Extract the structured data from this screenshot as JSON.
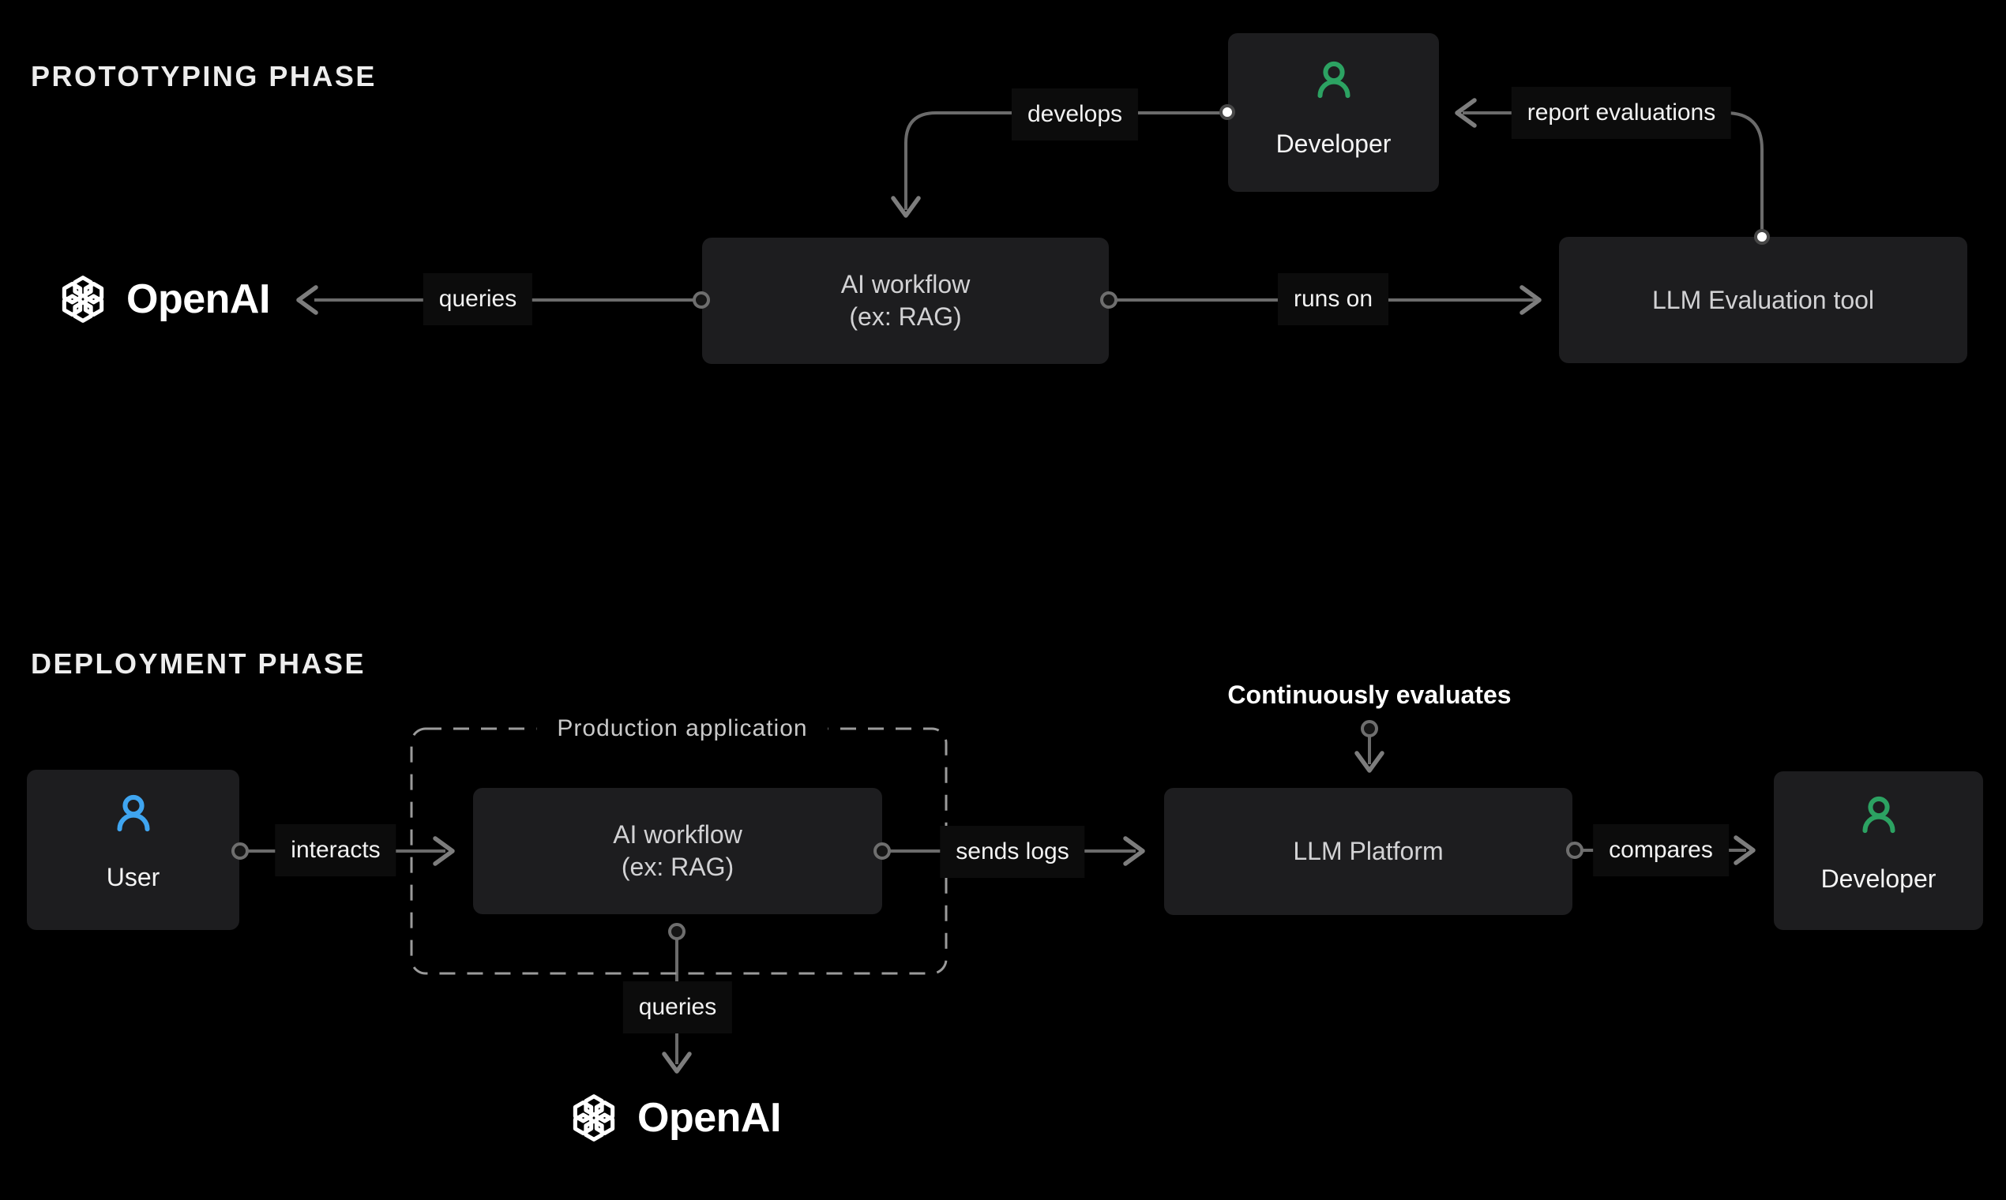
{
  "colors": {
    "background": "#000000",
    "node_background": "#1d1d1f",
    "connector_line": "#6b6b6b",
    "dashed_border": "#9b9b9b",
    "developer_icon_green": "#2ca262",
    "user_icon_blue": "#3fa5f0",
    "edge_label_text": "#f2f2f2",
    "node_text": "#d2d2d4",
    "logo_white": "#ffffff"
  },
  "prototyping": {
    "title": "PROTOTYPING PHASE",
    "nodes": {
      "developer": {
        "label": "Developer"
      },
      "openai": {
        "wordmark": "OpenAI"
      },
      "ai_workflow": {
        "title": "AI workflow",
        "subtitle": "(ex: RAG)"
      },
      "llm_evaluation_tool": {
        "label": "LLM Evaluation tool"
      }
    },
    "edges": {
      "develops": "develops",
      "report_evaluations": "report evaluations",
      "queries": "queries",
      "runs_on": "runs on"
    }
  },
  "deployment": {
    "title": "DEPLOYMENT PHASE",
    "annotation": "Continuously evaluates",
    "production_application": "Production application",
    "nodes": {
      "user": {
        "label": "User"
      },
      "ai_workflow": {
        "title": "AI workflow",
        "subtitle": "(ex: RAG)"
      },
      "llm_platform": {
        "label": "LLM Platform"
      },
      "developer": {
        "label": "Developer"
      },
      "openai": {
        "wordmark": "OpenAI"
      }
    },
    "edges": {
      "interacts": "interacts",
      "sends_logs": "sends logs",
      "compares": "compares",
      "queries": "queries"
    }
  }
}
